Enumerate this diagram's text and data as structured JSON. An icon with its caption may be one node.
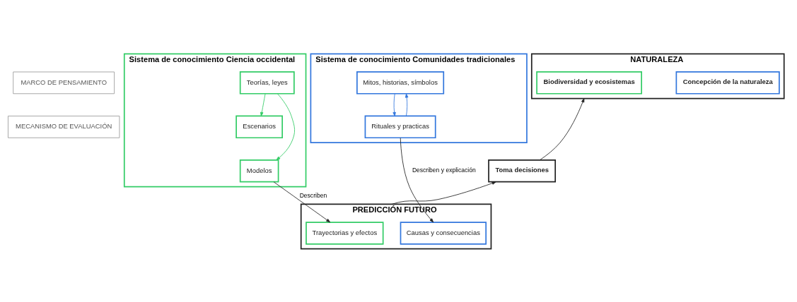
{
  "diagram": {
    "nodes": [
      {
        "text": [
          "MARCO DE PENSAMIENTO"
        ]
      },
      {
        "text": [
          "MECANISMO DE EVALUACIÓN"
        ]
      },
      {
        "text": [
          "Sistema de conocimiento Ciencia occidental"
        ]
      },
      {
        "text": [
          "Teorías, leyes"
        ],
        "in": 2
      },
      {
        "text": [
          "Escenarios"
        ],
        "in": 2
      },
      {
        "text": [
          "Modelos"
        ],
        "in": 2
      },
      {
        "text": [
          "NATURALEZA"
        ]
      },
      {
        "text": [
          "Biodiversidad y ecosistemas"
        ],
        "in": 6
      },
      {
        "text": [
          "Concepción de la naturaleza"
        ],
        "in": 6
      },
      {
        "text": [
          "Sistema de conocimiento Comunidades tradicionales"
        ]
      },
      {
        "text": [
          "Mitos, historias, símbolos"
        ],
        "in": 9
      },
      {
        "text": [
          "Rituales y practicas"
        ],
        "in": 9
      },
      {
        "text": [
          "Toma decisiones"
        ]
      },
      {
        "text": [
          "PREDICCIÓN FUTURO"
        ]
      },
      {
        "text": [
          "Trayectorias y efectos"
        ],
        "in": 13
      },
      {
        "text": [
          "Causas y consecuencias"
        ],
        "in": 13
      }
    ],
    "edges": [
      {
        "from": 3,
        "to": 4,
        "arrow": "to",
        "color": "#33cc66"
      },
      {
        "from": 3,
        "to": 5,
        "arrow": "to",
        "color": "#33cc66"
      },
      {
        "from": 10,
        "to": 11,
        "arrow": "to",
        "color": "#3377dd"
      },
      {
        "from": 11,
        "to": 10,
        "arrow": "to",
        "color": "#3377dd"
      },
      {
        "from": 5,
        "to": 14,
        "label": "Describen",
        "arrow": "to"
      },
      {
        "from": 11,
        "to": 15,
        "label": "Describen y explicación",
        "arrow": "to"
      },
      {
        "from": 13,
        "to": 12,
        "arrow": "to"
      },
      {
        "from": 12,
        "to": 6,
        "arrow": "to"
      }
    ]
  }
}
